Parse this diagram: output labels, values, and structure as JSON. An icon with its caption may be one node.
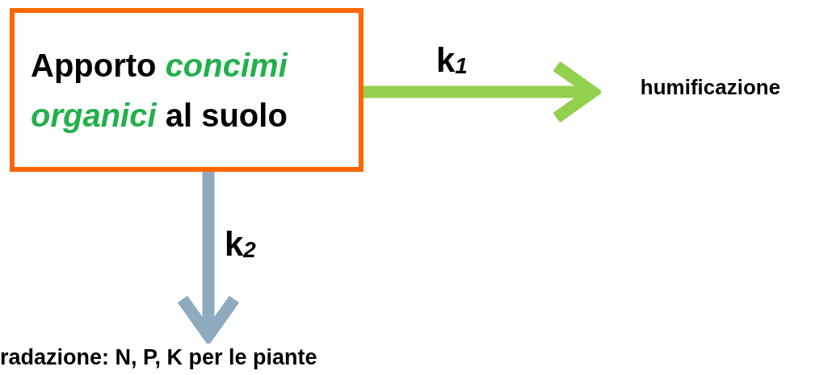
{
  "diagram": {
    "nodes": [
      {
        "text": [
          "Apporto *concimi organici* al suolo"
        ]
      },
      {
        "text": [
          "humificazione"
        ]
      },
      {
        "text": [
          "radazione: N, P, K per le piante"
        ]
      }
    ],
    "edges": [
      {
        "from": 0,
        "to": 1,
        "arrow": "to",
        "label": "k$_{1}$",
        "color": "#92d050"
      },
      {
        "from": 0,
        "to": 2,
        "arrow": "to",
        "label": "k$_{2}$",
        "color": "#8eaabf"
      }
    ]
  }
}
